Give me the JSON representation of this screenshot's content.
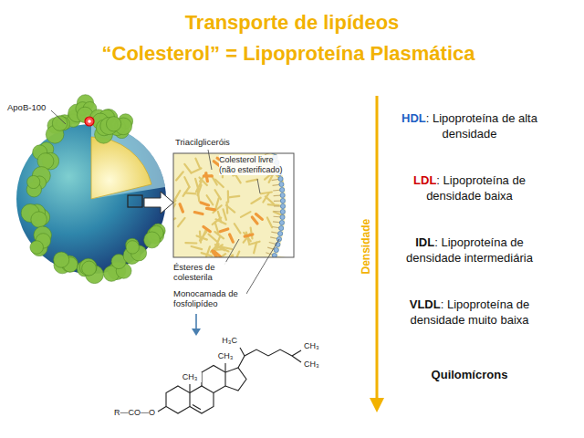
{
  "diagram": {
    "title": "Transporte de lipídeos",
    "labels": [
      "“Colesterol” = Lipoproteína Plasmática",
      "ApoB-100",
      "Triacilgliceróis",
      "Colesterol livre (não esterificado)",
      "Ésteres de colesterila",
      "Monocamada de fosfolipídeo",
      "H₃C",
      "CH₃",
      "CH₃",
      "CH₃",
      "CH₃",
      "R—CO—O",
      "Densidade",
      "HDL",
      ": Lipoproteína de alta densidade",
      "LDL",
      ": Lipoproteína de densidade baixa",
      "IDL",
      ": Lipoproteína de densidade intermediária",
      "VLDL",
      ": Lipoproteína de densidade muito baixa",
      "Quilomícrons"
    ]
  }
}
